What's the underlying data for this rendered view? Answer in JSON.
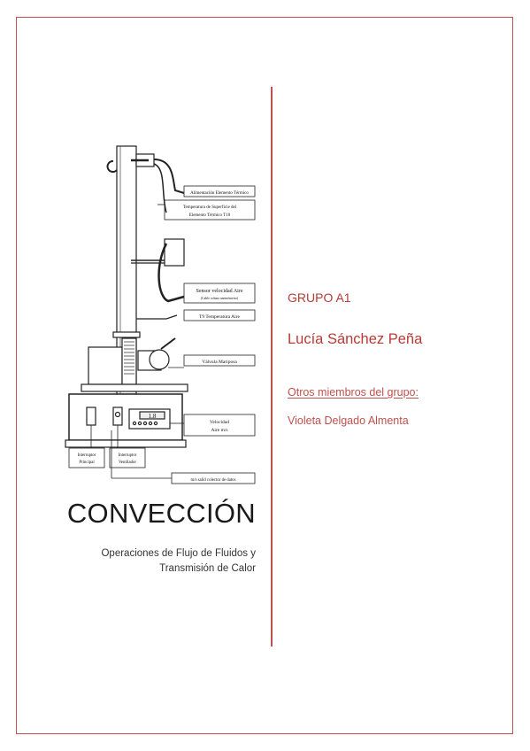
{
  "document": {
    "title": "CONVECCIÓN",
    "subtitle_line1": "Operaciones de Flujo de Fluidos y",
    "subtitle_line2": "Transmisión de Calor",
    "group": "GRUPO A1",
    "author": "Lucía Sánchez Peña",
    "others_label": "Otros miembros del grupo:",
    "members": [
      "Violeta Delgado Almenta"
    ]
  },
  "diagram": {
    "labels": {
      "alimentacion": "Alimentación Elemento Térmico",
      "temp_sup_1": "Temperatura de Superficie del",
      "temp_sup_2": "Elemento Térmico T10",
      "sensor_1": "Sensor velocidad Aire",
      "sensor_2": "(Cable coluna anemómetro)",
      "t9": "T9 Temperatura Aire",
      "valvula": "Válvula Mariposa",
      "velocidad_1": "Velocidad",
      "velocidad_2": "Aire m/s",
      "interruptor_principal_1": "Interruptor",
      "interruptor_principal_2": "Principal",
      "interruptor_ventilador_1": "Interruptor",
      "interruptor_ventilador_2": "Ventilador",
      "salida": "m/s salid colector de datos",
      "display": "1.8"
    }
  },
  "colors": {
    "accent": "#c0504d",
    "text_dark": "#1a1a1a"
  }
}
